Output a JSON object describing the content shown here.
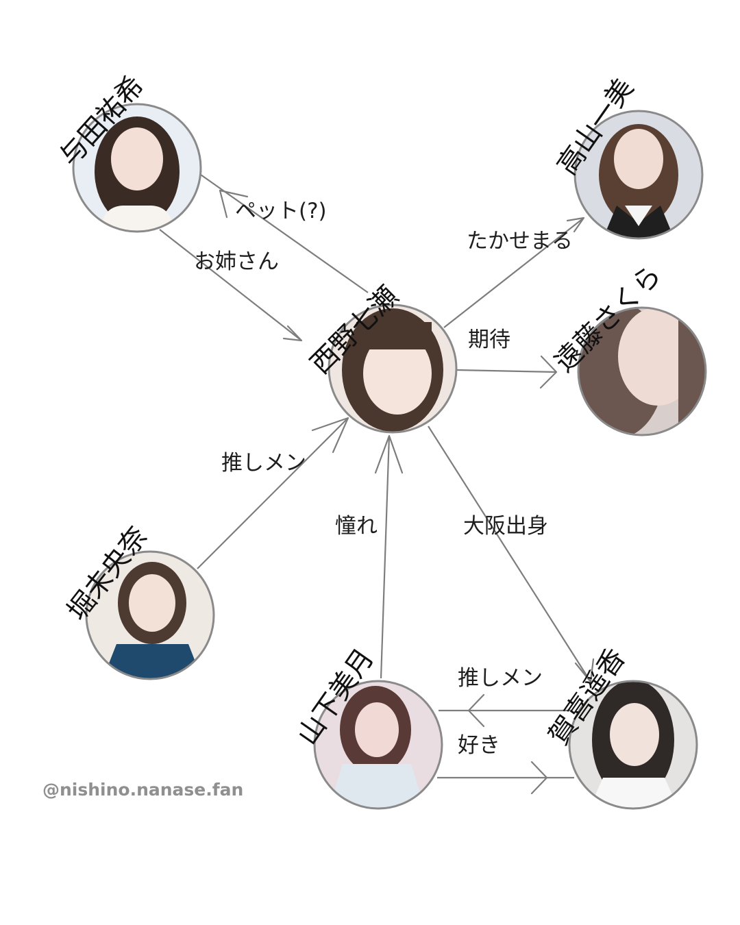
{
  "nodes": [
    {
      "id": "yoda",
      "name": "与田祐希",
      "skin": "#f3dfd6",
      "hair": "#3a2b25",
      "bg": "#e8eef4"
    },
    {
      "id": "takayama",
      "name": "高山一美",
      "skin": "#f0dcd2",
      "hair": "#5a4032",
      "bg": "#d9dde3"
    },
    {
      "id": "nishino",
      "name": "西野七瀬",
      "skin": "#f4e4dc",
      "hair": "#4a372e",
      "bg": "#efe6e2"
    },
    {
      "id": "endo",
      "name": "遠藤さくら",
      "skin": "#eedbd4",
      "hair": "#6b5650",
      "bg": "#d8cfcd"
    },
    {
      "id": "hori",
      "name": "堀未央奈",
      "skin": "#f3e1d8",
      "hair": "#4d3a31",
      "bg": "#efe9e4"
    },
    {
      "id": "yamashita",
      "name": "山下美月",
      "skin": "#f1d9d6",
      "hair": "#5a3a36",
      "bg": "#e9dde2"
    },
    {
      "id": "kaki",
      "name": "賀喜遥香",
      "skin": "#f2e2dc",
      "hair": "#2f2a28",
      "bg": "#e4e3e1"
    }
  ],
  "edges": [
    {
      "from": "yoda",
      "to": "nishino",
      "label": "お姉さん"
    },
    {
      "from": "nishino",
      "to": "yoda",
      "label": "ペット(?)"
    },
    {
      "from": "nishino",
      "to": "takayama",
      "label": "たかせまる"
    },
    {
      "from": "nishino",
      "to": "endo",
      "label": "期待"
    },
    {
      "from": "hori",
      "to": "nishino",
      "label": "推しメン"
    },
    {
      "from": "yamashita",
      "to": "nishino",
      "label": "憧れ"
    },
    {
      "from": "nishino",
      "to": "kaki",
      "label": "大阪出身"
    },
    {
      "from": "kaki",
      "to": "yamashita",
      "label": "推しメン"
    },
    {
      "from": "yamashita",
      "to": "kaki",
      "label": "好き"
    }
  ],
  "credit": "@nishino.nanase.fan",
  "colors": {
    "line": "#7d7d7d",
    "circle_border": "#8a8a8a",
    "credit": "#8f8f8f"
  }
}
